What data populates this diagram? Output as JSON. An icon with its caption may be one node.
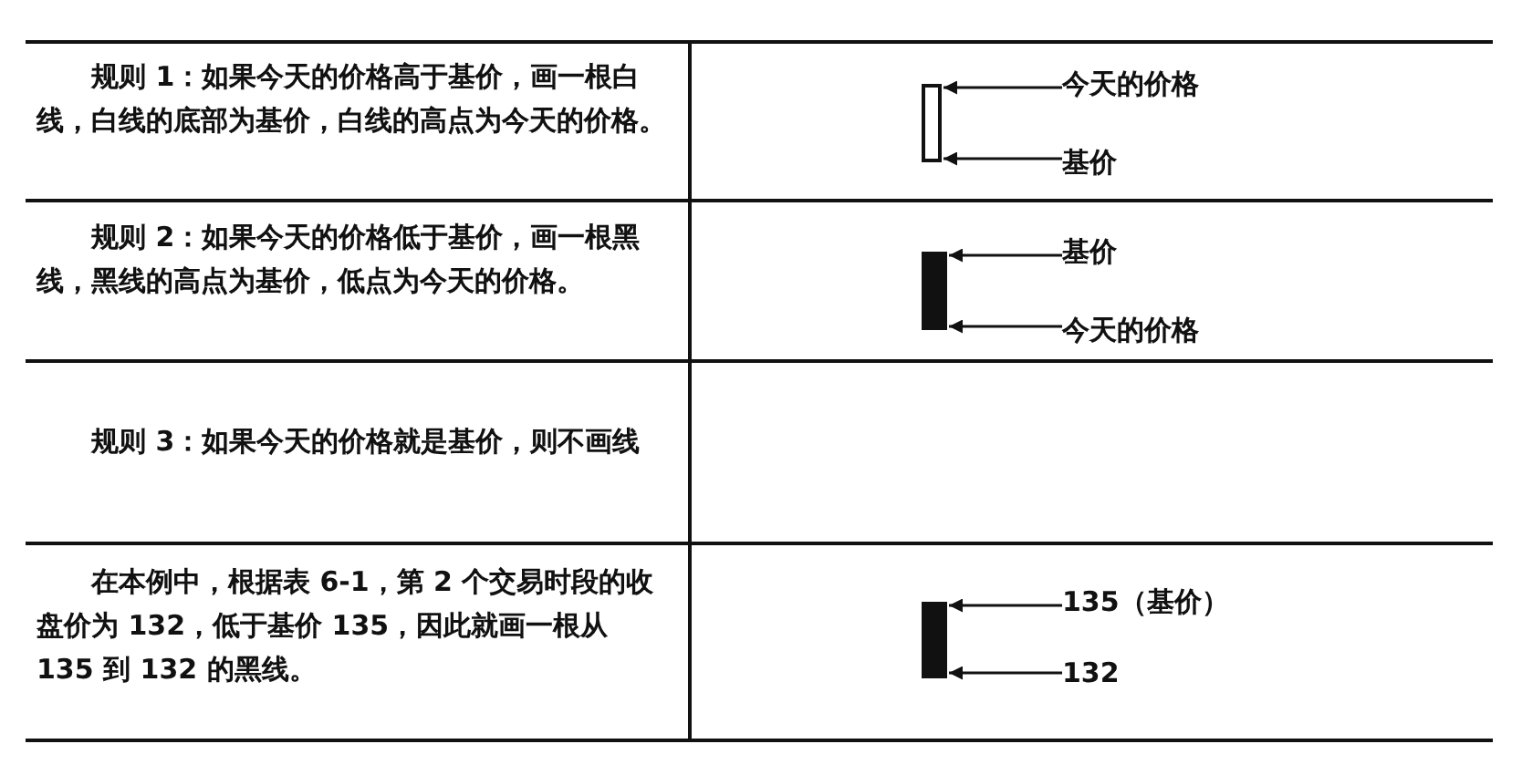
{
  "diagram": {
    "nodes": [
      {
        "text": [],
        "shape": "bar"
      },
      {
        "text": [
          "今天的价格"
        ]
      },
      {
        "text": [
          "基价"
        ]
      },
      {
        "text": [],
        "shape": "bar"
      },
      {
        "text": [
          "基价"
        ]
      },
      {
        "text": [
          "今天的价格"
        ]
      },
      {
        "text": [],
        "shape": "bar"
      },
      {
        "text": [
          "135（基价）"
        ]
      },
      {
        "text": [
          "132"
        ]
      }
    ],
    "edges": [
      {
        "from": 1,
        "to": 0,
        "arrow": "to"
      },
      {
        "from": 2,
        "to": 0,
        "arrow": "to"
      },
      {
        "from": 4,
        "to": 3,
        "arrow": "to"
      },
      {
        "from": 5,
        "to": 3,
        "arrow": "to"
      },
      {
        "from": 7,
        "to": 6,
        "arrow": "to"
      },
      {
        "from": 8,
        "to": 6,
        "arrow": "to"
      }
    ],
    "labels": [
      "规则 1：如果今天的价格高于基价，画一根白线，白线的底部为基价，白线的高点为今天的价格。",
      "规则 2：如果今天的价格低于基价，画一根黑线，黑线的高点为基价，低点为今天的价格。",
      "规则 3：如果今天的价格就是基价，则不画线",
      "在本例中，根据表 6-1，第 2 个交易时段的收盘价为 132，低于基价 135，因此就画一根从 135 到 132 的黑线。"
    ]
  }
}
